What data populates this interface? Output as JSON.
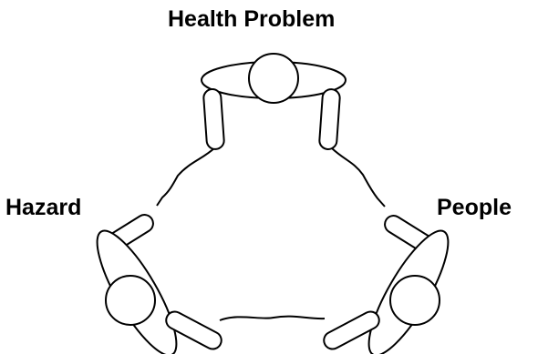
{
  "diagram": {
    "nodes": [
      {
        "id": "health-problem",
        "label": "Health Problem"
      },
      {
        "id": "hazard",
        "label": "Hazard"
      },
      {
        "id": "people",
        "label": "People"
      }
    ]
  }
}
